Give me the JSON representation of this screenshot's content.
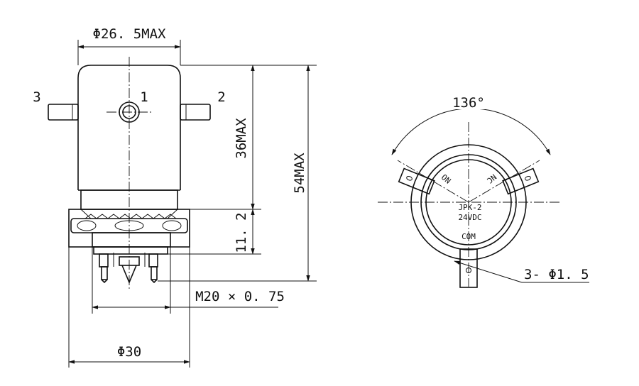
{
  "side_view": {
    "pins": {
      "left": "3",
      "center": "1",
      "right": "2"
    },
    "dimensions": {
      "top_width": "Φ26. 5MAX",
      "body_height": "36MAX",
      "total_height": "54MAX",
      "flange_height": "11. 2",
      "thread": "M20 × 0. 75",
      "base_diameter": "Φ30"
    }
  },
  "top_view": {
    "angle": "136°",
    "terminal_left": "NO",
    "terminal_right": "NC",
    "model": "JPK-2",
    "voltage": "24VDC",
    "common": "COM",
    "holes": "3- Φ1. 5"
  },
  "colors": {
    "line": "#111111",
    "background": "#ffffff"
  }
}
